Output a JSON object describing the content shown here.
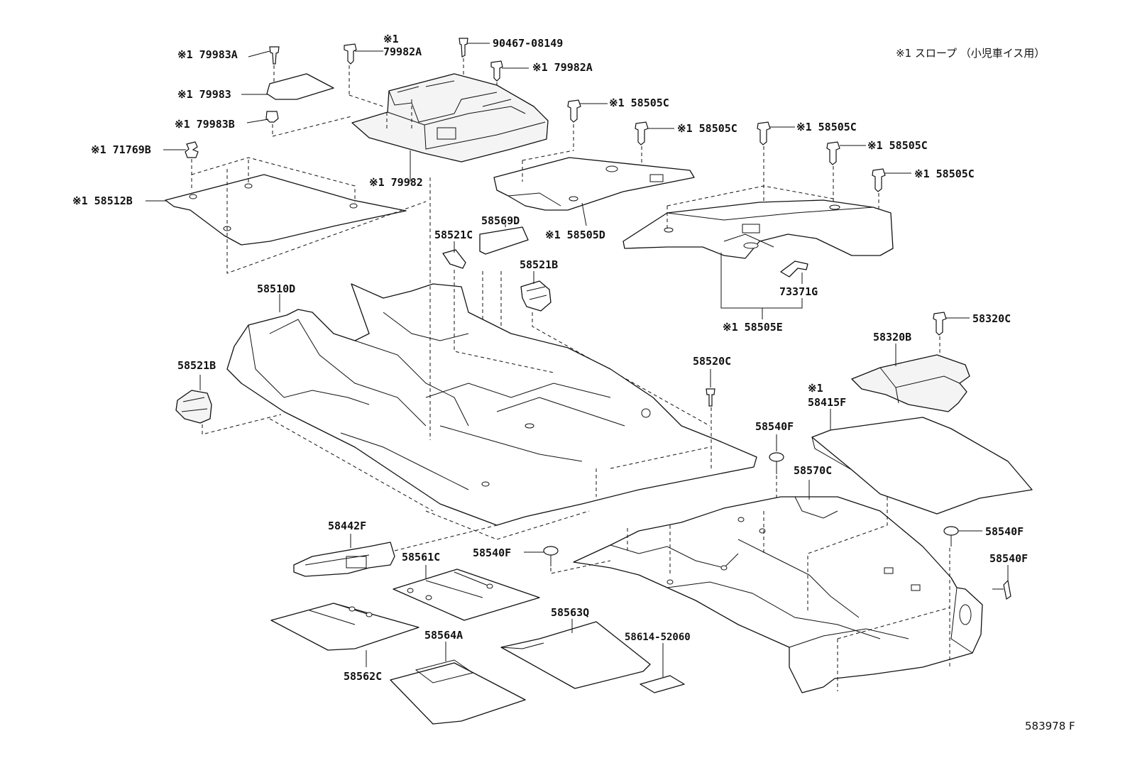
{
  "note": "※1 スロープ （小児車イス用）",
  "diagram_code": "583978 F",
  "labels": {
    "p79983A": "※1 79983A",
    "p79983": "※1 79983",
    "p79983B": "※1 79983B",
    "p71769B": "※1 71769B",
    "p58512B": "※1 58512B",
    "p79982A_top_mark": "※1",
    "p79982A_top": "79982A",
    "p90467": "90467-08149",
    "p79982A_right": "※1 79982A",
    "p79982": "※1 79982",
    "p58505C_1": "※1 58505C",
    "p58505C_2": "※1 58505C",
    "p58505C_3": "※1 58505C",
    "p58505C_4": "※1 58505C",
    "p58505C_5": "※1 58505C",
    "p58569D": "58569D",
    "p58505D": "※1 58505D",
    "p58521C": "58521C",
    "p58521B_top": "58521B",
    "p58510D": "58510D",
    "p58521B_left": "58521B",
    "p73371G": "73371G",
    "p58505E": "※1 58505E",
    "p58320C": "58320C",
    "p58320B": "58320B",
    "p58520C": "58520C",
    "p58415F_mark": "※1",
    "p58415F": "58415F",
    "p58540F_1": "58540F",
    "p58570C": "58570C",
    "p58540F_2": "58540F",
    "p58540F_3": "58540F",
    "p58540F_4": "58540F",
    "p58442F": "58442F",
    "p58561C": "58561C",
    "p58563Q": "58563Q",
    "p58614": "58614-52060",
    "p58564A": "58564A",
    "p58562C": "58562C"
  }
}
